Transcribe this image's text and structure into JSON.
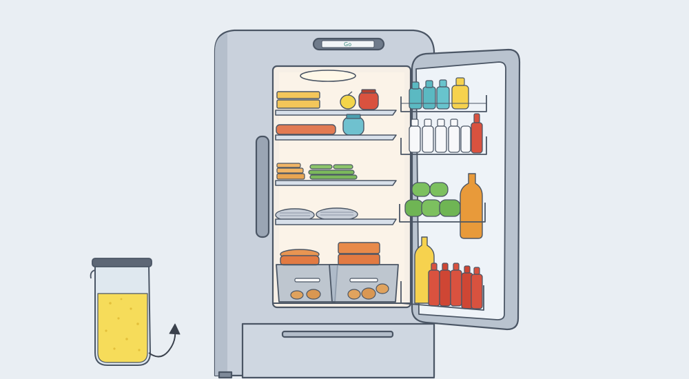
{
  "scene": {
    "fridge": {
      "display_text": "Go",
      "door": "open",
      "interior_shelves": 4,
      "crisper_drawers": 2,
      "door_bins": 4
    },
    "pitcher": {
      "contents": "lemonade",
      "annotation": "curved-arrow-up-icon"
    }
  },
  "colors": {
    "background": "#e9eef3",
    "fridge_body": "#c9d1dc",
    "fridge_outline": "#4a5564",
    "interior": "#f6efe6",
    "interior_light": "#fff8e8",
    "door_panel": "#eef3f8",
    "juice": "#f6dc5a",
    "ketchup_red": "#d9523f",
    "water_blue": "#6fc1cf",
    "green_cans": "#7cc05f",
    "orange_bottle": "#e89a3a",
    "butter": "#f4c65a",
    "salmon": "#e27a52",
    "lemon": "#f3d54a"
  }
}
